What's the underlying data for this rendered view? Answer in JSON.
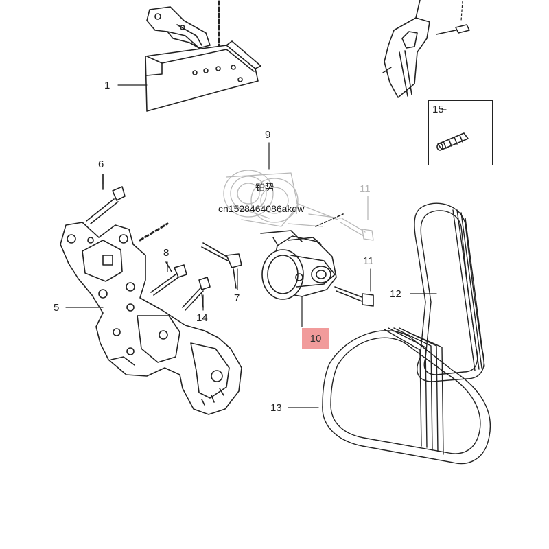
{
  "labels": {
    "l1": "1",
    "l5": "5",
    "l6": "6",
    "l7": "7",
    "l8": "8",
    "l9": "9",
    "l10": "10",
    "l11a": "11",
    "l11b": "11",
    "l12": "12",
    "l13": "13",
    "l14": "14",
    "l15": "15"
  },
  "watermark": {
    "chinese": "铂势",
    "code": "cn1528464086akqw"
  },
  "colors": {
    "line": "#222222",
    "ghost": "#b4b4b4",
    "highlight": "#ee8a8a"
  }
}
